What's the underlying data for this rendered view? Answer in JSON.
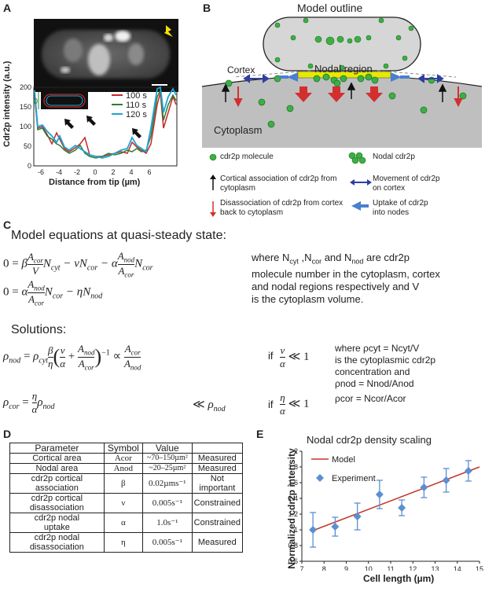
{
  "panelA": {
    "label": "A",
    "ylabel": "Cdr2p intensity (a.u.)",
    "xlabel": "Distance from tip (µm)",
    "legend": [
      "100 s",
      "110 s",
      "120 s"
    ],
    "legend_colors": [
      "#c62828",
      "#2e7d32",
      "#1fa3d6"
    ],
    "inset_zero": "0",
    "colors": {
      "red": "#c62828",
      "green": "#2e7d32",
      "cyan": "#1fa3d6",
      "arrow_yellow": "#f5e100"
    }
  },
  "panelB": {
    "label": "B",
    "title": "Model outline",
    "cortex": "Cortex",
    "nodal_region": "Nodal region",
    "cytoplasm": "Cytoplasm",
    "legend": {
      "cdr2p_molecule": "cdr2p molecule",
      "nodal_cdr2p": "Nodal cdr2p",
      "cortical_association": [
        "Cortical association of cdr2p from",
        "cytoplasm"
      ],
      "movement": [
        "Movement of cdr2p",
        "on cortex"
      ],
      "disassociation": [
        "Disassociation of cdr2p from cortex",
        "back to cytoplasm"
      ],
      "uptake": [
        "Uptake of cdr2p",
        "into nodes"
      ]
    },
    "colors": {
      "green": "#3cb043",
      "cell": "#cccccc",
      "red_arrow": "#d32f2f",
      "blue_arrow": "#2f6fb8",
      "nodal_bar": "#e8e800"
    }
  },
  "panelC": {
    "label": "C",
    "heading": "Model equations at quasi-steady state:",
    "where1": [
      "where N",
      "cyt",
      " ,N",
      "cor",
      " and N",
      "nod",
      " are cdr2p"
    ],
    "where1b": "molecule number in the cytoplasm, cortex",
    "where1c": "and nodal regions respectively and V",
    "where1d": "is the cytoplasm volume.",
    "solutions": "Solutions:",
    "if": "if",
    "rhs_right": {
      "line1": "where ρcyt = Ncyt/V",
      "line2": "is the cytoplasmic cdr2p",
      "line3": "concentration and",
      "line4": "ρnod = Nnod/Anod",
      "line5": "ρcor = Ncor/Acor"
    }
  },
  "panelD": {
    "label": "D",
    "headers": [
      "Parameter",
      "Symbol",
      "Value",
      ""
    ],
    "rows": [
      {
        "param": [
          "Cortical area"
        ],
        "symbol": "Acor",
        "value": "~70–150µm²",
        "note": [
          "Measured"
        ]
      },
      {
        "param": [
          "Nodal area"
        ],
        "symbol": "Anod",
        "value": "~20–25µm²",
        "note": [
          "Measured"
        ]
      },
      {
        "param": [
          "cdr2p cortical",
          "association"
        ],
        "symbol": "β",
        "value": "0.02µms⁻¹",
        "note": [
          "Not",
          "important"
        ]
      },
      {
        "param": [
          "cdr2p cortical",
          "disassociation"
        ],
        "symbol": "ν",
        "value": "0.005s⁻¹",
        "note": [
          "Constrained"
        ]
      },
      {
        "param": [
          "cdr2p nodal",
          "uptake"
        ],
        "symbol": "α",
        "value": "1.0s⁻¹",
        "note": [
          "Constrained"
        ]
      },
      {
        "param": [
          "cdr2p nodal",
          "disassociation"
        ],
        "symbol": "η",
        "value": "0.005s⁻¹",
        "note": [
          "Measured"
        ]
      }
    ]
  },
  "panelE": {
    "label": "E",
    "chart_data": {
      "type": "scatter",
      "title": "Nodal cdr2p density scaling",
      "xlabel": "Cell length (µm)",
      "ylabel": "Normalized cdr2p intensity",
      "xlim": [
        7,
        15
      ],
      "ylim": [
        0.6,
        2.0
      ],
      "xticks": [
        7,
        8,
        9,
        10,
        11,
        12,
        13,
        14,
        15
      ],
      "yticks": [
        0.6,
        0.8,
        1.0,
        1.2,
        1.4,
        1.6,
        1.8,
        2.0
      ],
      "ytick_labels": [
        "0.6",
        "0.8",
        "1",
        "1.2",
        "1.4",
        "1.6",
        "1.8",
        "2"
      ],
      "series": [
        {
          "name": "Model",
          "type": "line",
          "x": [
            7.4,
            15
          ],
          "y": [
            0.98,
            1.8
          ],
          "color": "#c0392b"
        },
        {
          "name": "Experiment",
          "type": "scatter",
          "color": "#5b8fd0",
          "x": [
            7.5,
            8.5,
            9.5,
            10.5,
            11.5,
            12.5,
            13.5,
            14.5
          ],
          "y": [
            1.0,
            1.04,
            1.17,
            1.45,
            1.28,
            1.54,
            1.63,
            1.75
          ],
          "err": [
            0.22,
            0.12,
            0.17,
            0.18,
            0.1,
            0.13,
            0.15,
            0.13
          ]
        }
      ],
      "legend_position": "top-left",
      "grid": false
    }
  }
}
